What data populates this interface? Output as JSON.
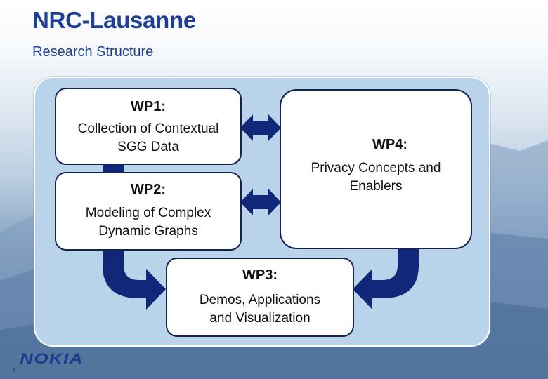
{
  "header": {
    "title": "NRC-Lausanne",
    "subtitle": "Research Structure"
  },
  "diagram": {
    "wp1": {
      "label": "WP1:",
      "lines": [
        "Collection of Contextual",
        "SGG Data"
      ]
    },
    "wp2": {
      "label": "WP2:",
      "lines": [
        "Modeling of Complex",
        "Dynamic Graphs"
      ]
    },
    "wp3": {
      "label": "WP3:",
      "lines": [
        "Demos, Applications",
        "and Visualization"
      ]
    },
    "wp4": {
      "label": "WP4:",
      "lines": [
        "Privacy Concepts and",
        "Enablers"
      ]
    }
  },
  "footer": {
    "logo_text": "NOKIA",
    "page_number": "6"
  },
  "colors": {
    "title": "#1f3f95",
    "panel": "#b9d4ea",
    "arrow": "#11277a",
    "box_border": "#16234f"
  },
  "icons": [
    "double-arrow-icon",
    "curved-arrow-icon"
  ]
}
